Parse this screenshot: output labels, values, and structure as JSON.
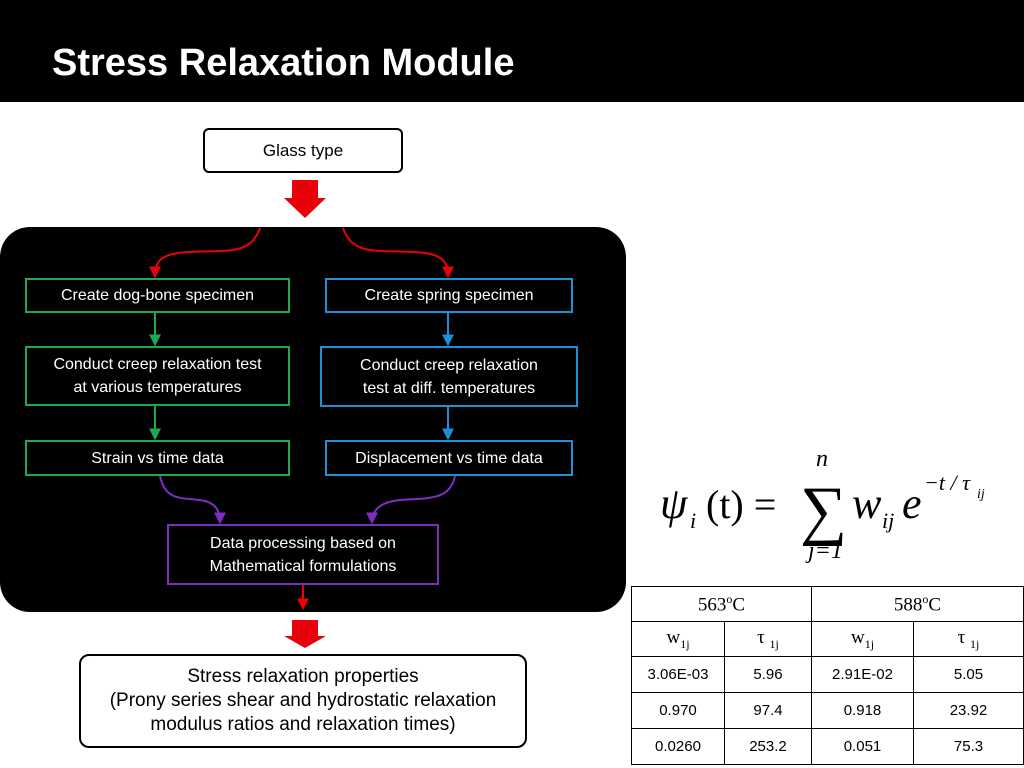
{
  "slide": {
    "title": "Stress Relaxation Module"
  },
  "flowchart": {
    "input": "Glass type",
    "left_branch": {
      "step1": "Create dog-bone specimen",
      "step2": "Conduct creep relaxation test\nat various temperatures",
      "step3": "Strain vs time data"
    },
    "right_branch": {
      "step1": "Create spring specimen",
      "step2": "Conduct creep relaxation\ntest at diff. temperatures",
      "step3": "Displacement vs time data"
    },
    "processing": "Data processing based on\nMathematical formulations",
    "output": "Stress relaxation properties\n(Prony series shear and hydrostatic relaxation\nmodulus ratios and relaxation times)"
  },
  "colors": {
    "accent_red": "#e8000b",
    "green": "#1fa84f",
    "blue": "#1e90d6",
    "purple": "#7b2fbf"
  },
  "formula": {
    "psi": "ψ",
    "sub_i": "i",
    "t_arg": "(t) =",
    "sum_symbol": "∑",
    "upper": "n",
    "lower": "j=1",
    "term": "w",
    "term_sub": "ij",
    "exp_base": "e",
    "exponent": "−t / τ",
    "exponent_sub": "ij"
  },
  "table": {
    "temps": [
      {
        "value": "563",
        "unit_sup": "o",
        "unit": "C"
      },
      {
        "value": "588",
        "unit_sup": "o",
        "unit": "C"
      }
    ],
    "col_headers": [
      {
        "symbol": "w",
        "sub": "1j"
      },
      {
        "symbol": "τ",
        "sub": "1j"
      },
      {
        "symbol": "w",
        "sub": "1j"
      },
      {
        "symbol": "τ",
        "sub": "1j"
      }
    ],
    "rows": [
      [
        "3.06E-03",
        "5.96",
        "2.91E-02",
        "5.05"
      ],
      [
        "0.970",
        "97.4",
        "0.918",
        "23.92"
      ],
      [
        "0.0260",
        "253.2",
        "0.051",
        "75.3"
      ]
    ]
  }
}
